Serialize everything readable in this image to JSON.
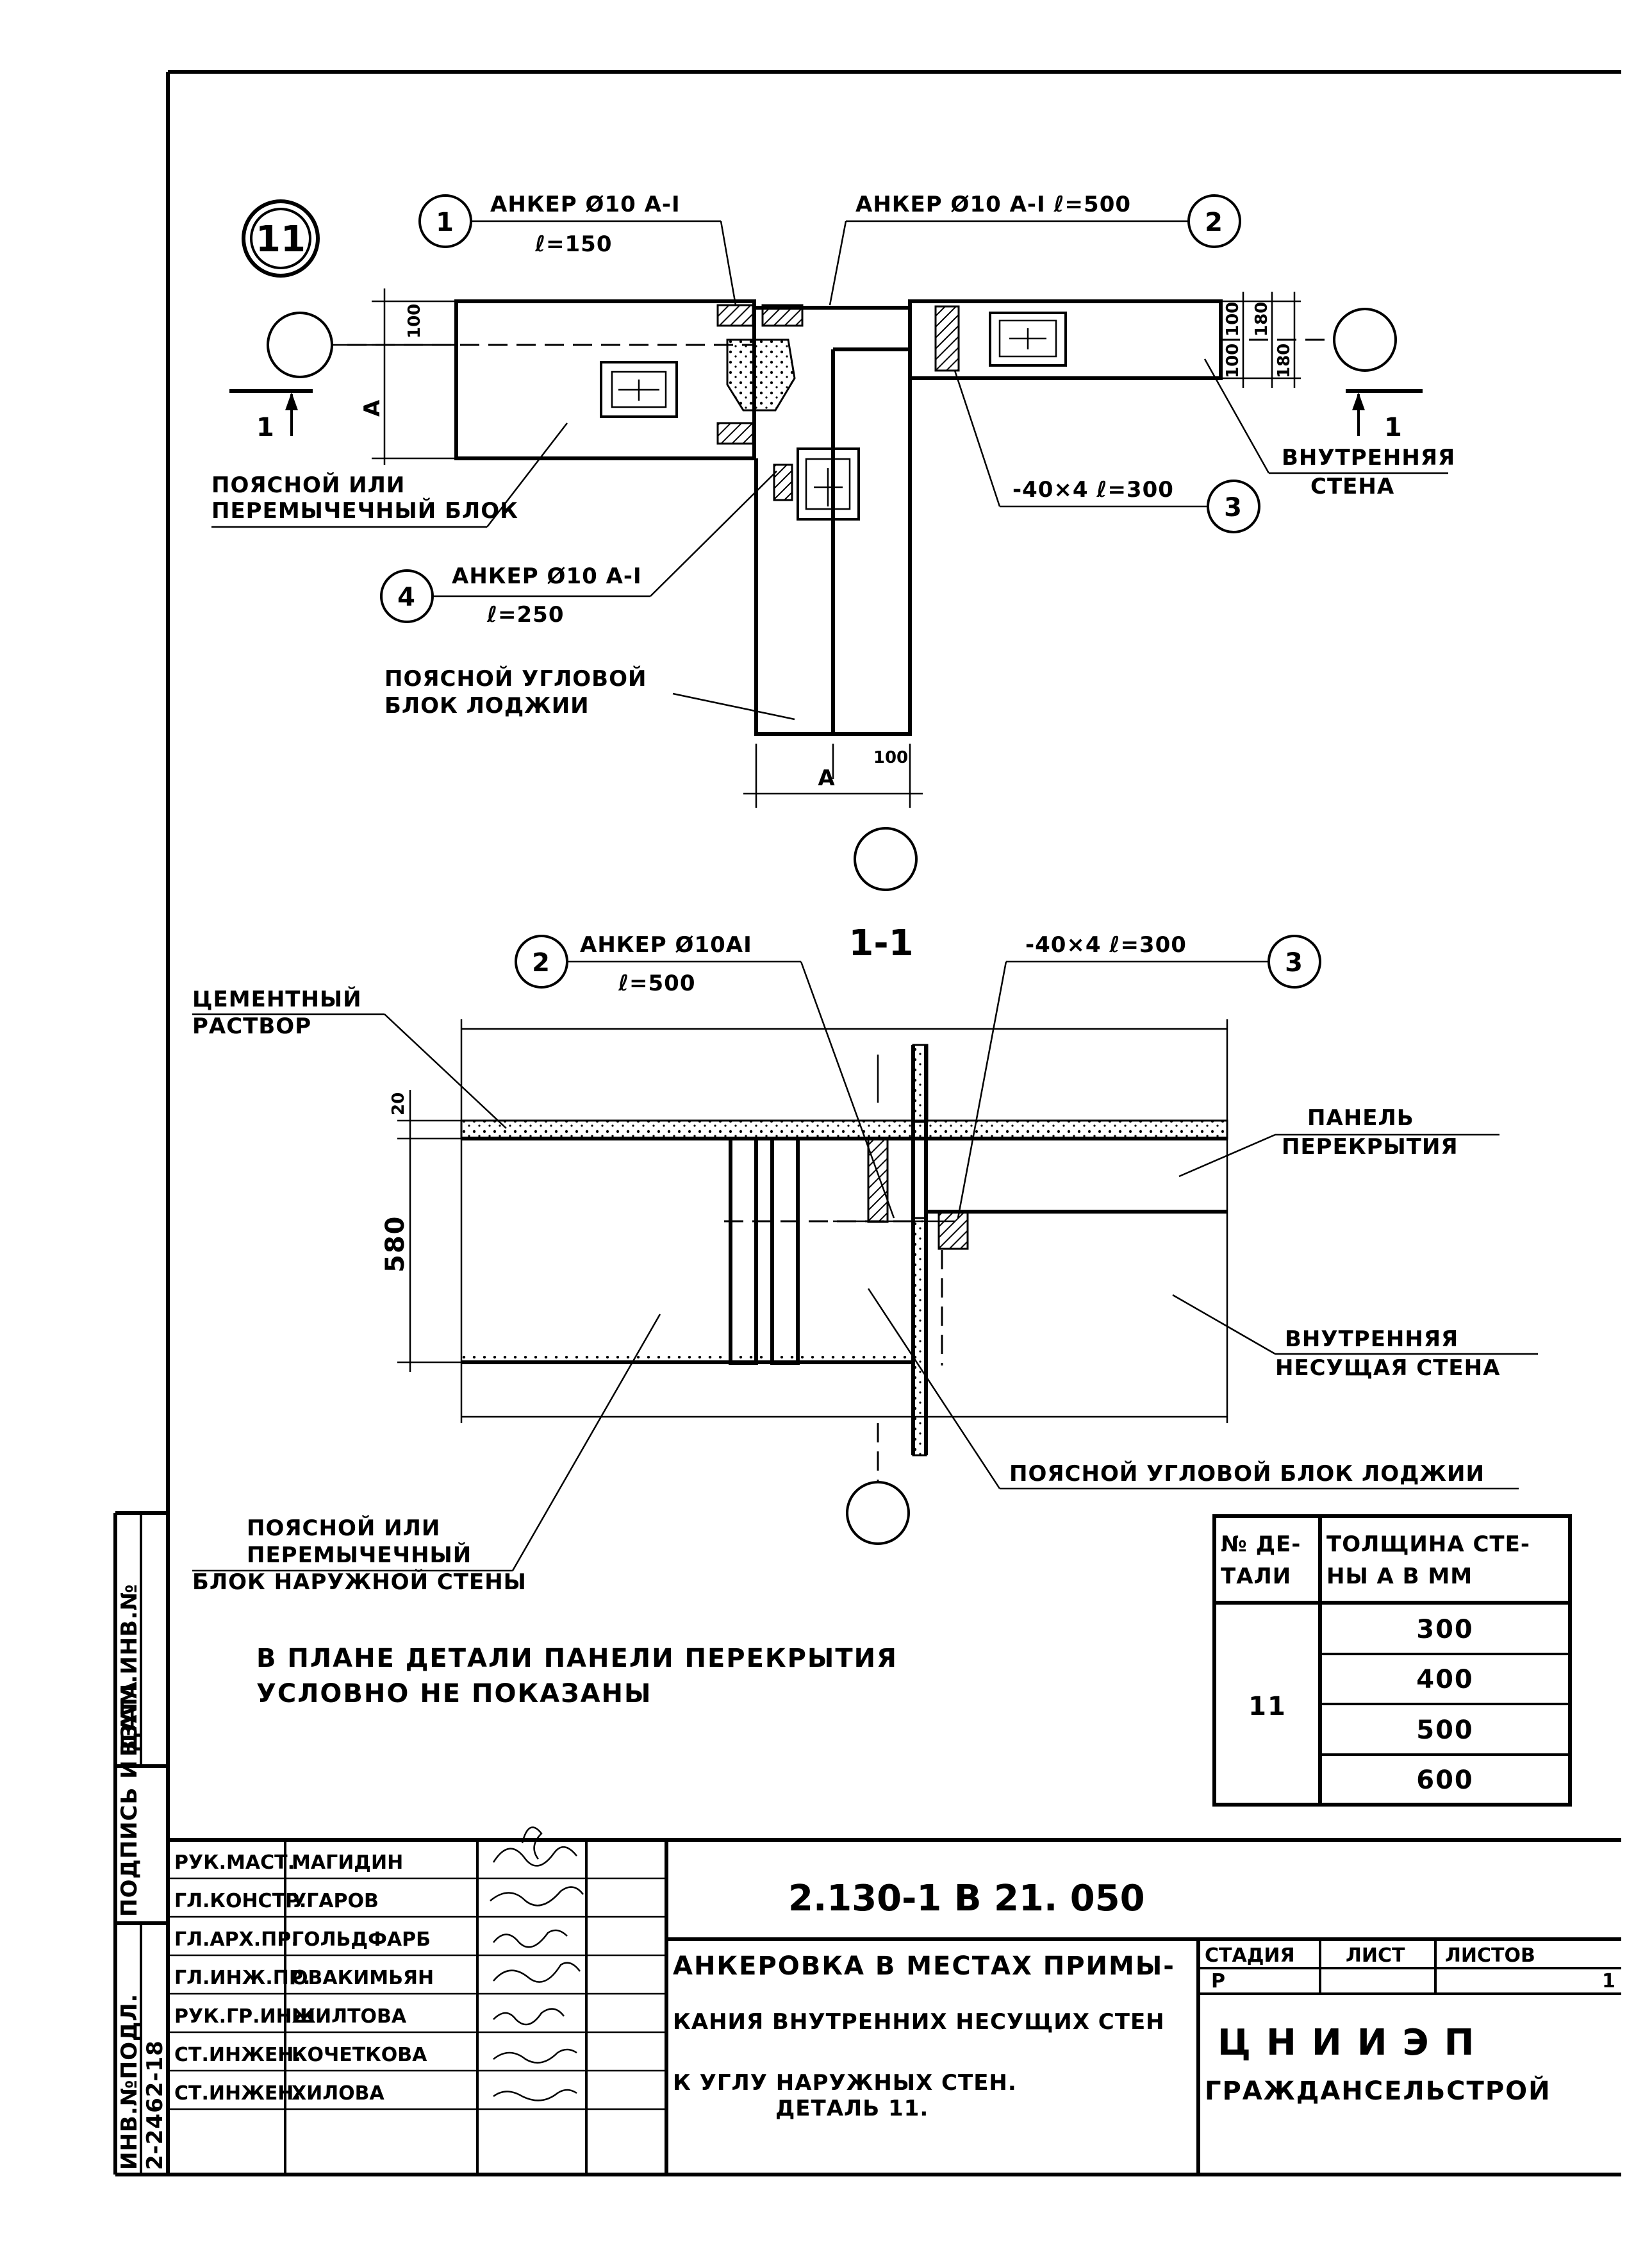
{
  "detail": {
    "number": "11",
    "section_mark": "1",
    "callouts": [
      {
        "num": "1",
        "line1": "АНКЕР Ø10 А-I",
        "line2": "ℓ=150"
      },
      {
        "num": "2",
        "line1": "АНКЕР Ø10 А-I ℓ=500"
      },
      {
        "num": "3",
        "line1": "-40×4 ℓ=300"
      },
      {
        "num": "4",
        "line1": "АНКЕР Ø10 А-I",
        "line2": "ℓ=250"
      }
    ],
    "plan_labels": {
      "belt_block_l1": "ПОЯСНОЙ ИЛИ",
      "belt_block_l2": "ПЕРЕМЫЧЕЧНЫЙ БЛОК",
      "inner_wall_l1": "ВНУТРЕННЯЯ",
      "inner_wall_l2": "СТЕНА",
      "corner_block_l1": "ПОЯСНОЙ УГЛОВОЙ",
      "corner_block_l2": "БЛОК ЛОДЖИИ"
    },
    "plan_dims": {
      "a_left": "А",
      "d100_left": "100",
      "a_bottom": "А",
      "d100_bottom": "100",
      "r100a": "100",
      "r100b": "100",
      "r180a": "180",
      "r180b": "180"
    }
  },
  "section": {
    "title": "1-1",
    "callout2_num": "2",
    "callout2_l1": "АНКЕР Ø10АI",
    "callout2_l2": "ℓ=500",
    "callout3_num": "3",
    "callout3_l1": "-40×4 ℓ=300",
    "cement_l1": "ЦЕМЕНТНЫЙ",
    "cement_l2": "РАСТВОР",
    "panel_l1": "ПАНЕЛЬ",
    "panel_l2": "ПЕРЕКРЫТИЯ",
    "bearing_l1": "ВНУТРЕННЯЯ",
    "bearing_l2": "НЕСУЩАЯ СТЕНА",
    "corner_block": "ПОЯСНОЙ УГЛОВОЙ БЛОК ЛОДЖИИ",
    "outer_block_l1": "ПОЯСНОЙ ИЛИ",
    "outer_block_l2": "ПЕРЕМЫЧЕЧНЫЙ",
    "outer_block_l3": "БЛОК НАРУЖНОЙ СТЕНЫ",
    "dim_20": "20",
    "dim_580": "580"
  },
  "note": {
    "line1": "В ПЛАНЕ ДЕТАЛИ ПАНЕЛИ ПЕРЕКРЫТИЯ",
    "line2": "УСЛОВНО НЕ ПОКАЗАНЫ"
  },
  "thickness_table": {
    "head_col1_l1": "№ ДЕ-",
    "head_col1_l2": "ТАЛИ",
    "head_col2_l1": "ТОЛЩИНА СТЕ-",
    "head_col2_l2": "НЫ А В ММ",
    "detail": "11",
    "values": [
      "300",
      "400",
      "500",
      "600"
    ]
  },
  "title_block": {
    "code": "2.130-1 В 21.   050",
    "title_l1": "АНКЕРОВКА В МЕСТАХ ПРИМЫ-",
    "title_l2": "КАНИЯ ВНУТРЕННИХ НЕСУЩИХ СТЕН",
    "title_l3": "К УГЛУ НАРУЖНЫХ СТЕН.",
    "title_l4": "ДЕТАЛЬ 11.",
    "stage_label": "СТАДИЯ",
    "sheet_label": "ЛИСТ",
    "sheets_label": "ЛИСТОВ",
    "stage": "Р",
    "sheet": "",
    "sheets": "1",
    "org_l1": "ЦНИИЭП",
    "org_l2": "ГРАЖДАНСЕЛЬСТРОЙ",
    "staff": [
      {
        "role": "РУК.МАСТ.",
        "name": "МАГИДИН"
      },
      {
        "role": "ГЛ.КОНСТР.",
        "name": "УГАРОВ"
      },
      {
        "role": "ГЛ.АРХ.ПР.",
        "name": "ГОЛЬДФАРБ"
      },
      {
        "role": "ГЛ.ИНЖ.ПР.",
        "name": "ОВАКИМЬЯН"
      },
      {
        "role": "РУК.ГР.ИНЖ",
        "name": "ШИЛТОВА"
      },
      {
        "role": "СТ.ИНЖЕН.",
        "name": "КОЧЕТКОВА"
      },
      {
        "role": "СТ.ИНЖЕН.",
        "name": "ХИЛОВА"
      }
    ]
  },
  "side_stamp": {
    "inv_orig_label": "ИНВ.№ПОДЛ.",
    "inv_orig_value": "2-2462-18",
    "sign_date_label": "ПОДПИСЬ И ДАТА",
    "replace_inv_label": "ВЗАМ.ИНВ.№"
  }
}
